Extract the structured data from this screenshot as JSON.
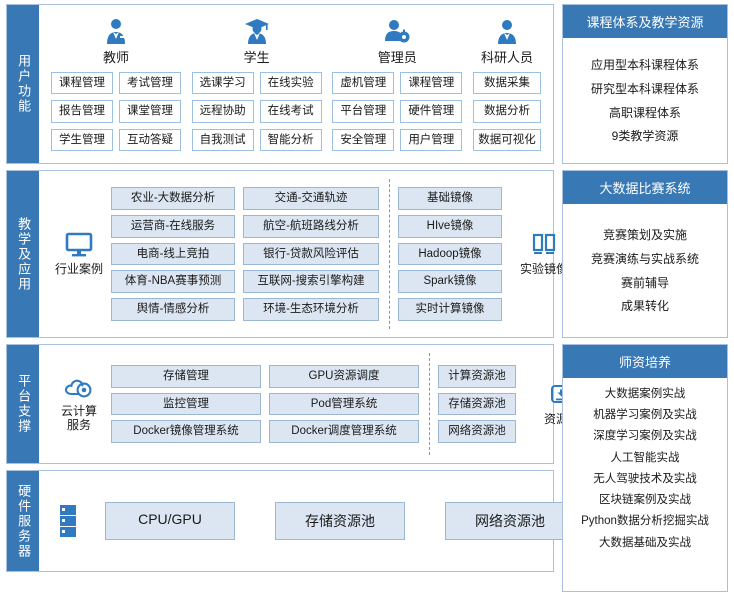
{
  "sections": [
    {
      "label": "用户功能",
      "roles": [
        {
          "icon": "teacher-icon",
          "name": "教师",
          "cols": [
            [
              "课程管理",
              "报告管理",
              "学生管理"
            ],
            [
              "考试管理",
              "课堂管理",
              "互动答疑"
            ]
          ]
        },
        {
          "icon": "student-icon",
          "name": "学生",
          "cols": [
            [
              "选课学习",
              "远程协助",
              "自我测试"
            ],
            [
              "在线实验",
              "在线考试",
              "智能分析"
            ]
          ]
        },
        {
          "icon": "admin-icon",
          "name": "管理员",
          "cols": [
            [
              "虚机管理",
              "平台管理",
              "安全管理"
            ],
            [
              "课程管理",
              "硬件管理",
              "用户管理"
            ]
          ]
        },
        {
          "icon": "researcher-icon",
          "name": "科研人员",
          "cols": [
            [
              "数据采集",
              "数据分析",
              "数据可视化"
            ]
          ]
        }
      ]
    },
    {
      "label": "教学及应用",
      "left_group": {
        "icon": "monitor-icon",
        "label": "行业案例",
        "cols": [
          [
            "农业-大数据分析",
            "运营商-在线服务",
            "电商-线上竞拍",
            "体育-NBA赛事预测",
            "舆情-情感分析"
          ],
          [
            "交通-交通轨迹",
            "航空-航班路线分析",
            "银行-贷款风险评估",
            "互联网-搜索引擎构建",
            "环境-生态环境分析"
          ]
        ]
      },
      "right_group": {
        "icon": "image-disks-icon",
        "label": "实验镜像",
        "cols": [
          [
            "基础镜像",
            "HIve镜像",
            "Hadoop镜像",
            "Spark镜像",
            "实时计算镜像"
          ]
        ]
      }
    },
    {
      "label": "平台支撑",
      "left_group": {
        "icon": "cloud-service-icon",
        "label": "云计算\n服务",
        "label_lines": [
          "云计算",
          "服务"
        ],
        "cols": [
          [
            "存储管理",
            "监控管理",
            "Docker镜像管理系统"
          ],
          [
            "GPU资源调度",
            "Pod管理系统",
            "Docker调度管理系统"
          ]
        ]
      },
      "right_group": {
        "icon": "resource-pool-icon",
        "label": "资源池",
        "cols": [
          [
            "计算资源池",
            "存储资源池",
            "网络资源池"
          ]
        ]
      }
    },
    {
      "label": "硬件服务器",
      "icon": "server-rack-icon",
      "buttons": [
        "CPU/GPU",
        "存储资源池",
        "网络资源池"
      ]
    }
  ],
  "panels": [
    {
      "title": "课程体系及教学资源",
      "items": [
        "应用型本科课程体系",
        "研究型本科课程体系",
        "高职课程体系",
        "9类教学资源"
      ]
    },
    {
      "title": "大数据比赛系统",
      "items": [
        "竞赛策划及实施",
        "竞赛演练与实战系统",
        "赛前辅导",
        "成果转化"
      ]
    },
    {
      "title": "师资培养",
      "items": [
        "大数据案例实战",
        "机器学习案例及实战",
        "深度学习案例及实战",
        "人工智能实战",
        "无人驾驶技术及实战",
        "区块链案例及实战",
        "Python数据分析挖掘实战",
        "大数据基础及实战"
      ]
    }
  ],
  "colors": {
    "accent": "#3878b5",
    "panel_border": "#a9c0e0",
    "button_fill": "#dce6f2",
    "button_border_light": "#9cc0e4"
  }
}
